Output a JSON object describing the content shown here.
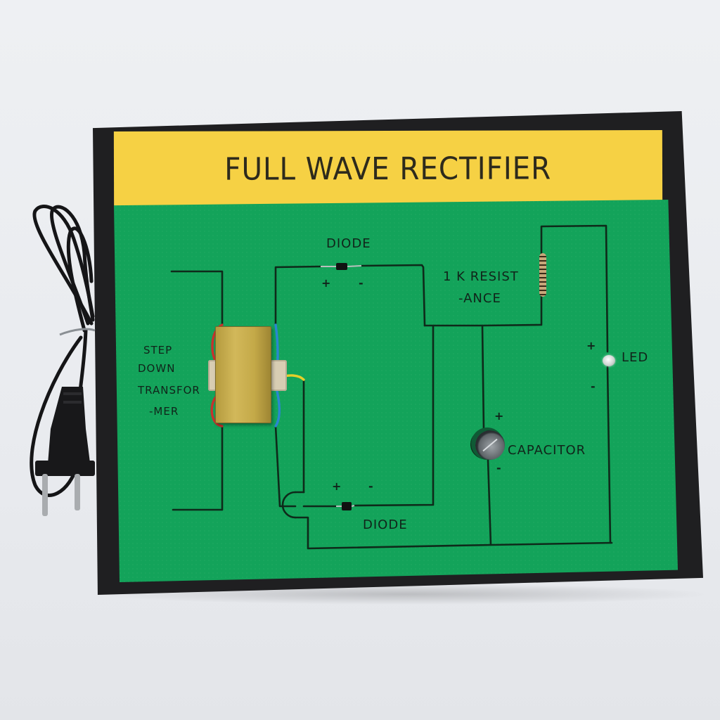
{
  "board": {
    "title": "FULL WAVE RECTIFIER",
    "colors": {
      "frame": "#1f1f21",
      "title_strip": "#f6d144",
      "sheet": "#13a35a",
      "ink": "#10241a",
      "background": "#eceef2"
    }
  },
  "labels": {
    "transformer": [
      "STEP",
      "DOWN",
      "TRANSFOR",
      "-MER"
    ],
    "diode_top": "DIODE",
    "diode_bottom": "DIODE",
    "resistor": [
      "1 K RESIST",
      "-ANCE"
    ],
    "capacitor": "CAPACITOR",
    "led": "LED"
  },
  "polarity": {
    "diode_top_plus": "+",
    "diode_top_minus": "-",
    "diode_bottom_plus": "+",
    "diode_bottom_minus": "-",
    "capacitor_plus": "+",
    "capacitor_minus": "-",
    "led_plus": "+",
    "led_minus": "-"
  },
  "components": [
    {
      "name": "step-down-transformer",
      "wires": [
        "red",
        "blue",
        "yellow"
      ]
    },
    {
      "name": "diode-1"
    },
    {
      "name": "diode-2"
    },
    {
      "name": "resistor-1k"
    },
    {
      "name": "electrolytic-capacitor"
    },
    {
      "name": "led"
    },
    {
      "name": "power-cord-with-plug"
    }
  ]
}
